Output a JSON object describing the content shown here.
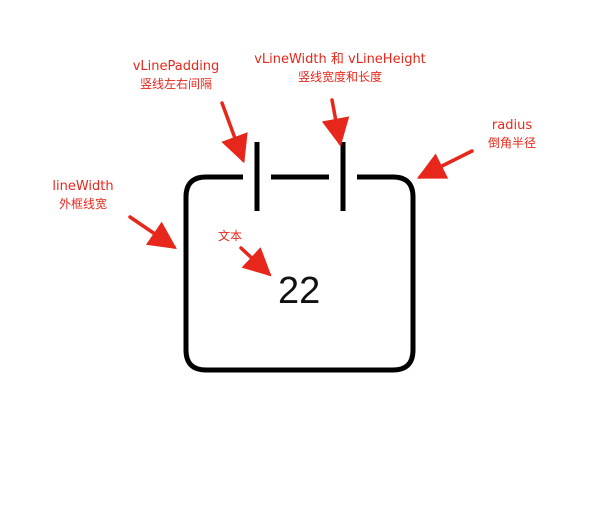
{
  "annotations": {
    "padding": {
      "name": "vLinePadding",
      "desc": "竖线左右间隔"
    },
    "line": {
      "name": "vLineWidth 和 vLineHeight",
      "desc": "竖线宽度和长度"
    },
    "radius": {
      "name": "radius",
      "desc": "倒角半径"
    },
    "border": {
      "name": "lineWidth",
      "desc": "外框线宽"
    },
    "text": {
      "desc": "文本"
    }
  },
  "value": "22",
  "colors": {
    "annotation": "#e8271c",
    "frame": "#000000"
  },
  "icons": {
    "arrow": "arrow-icon"
  }
}
